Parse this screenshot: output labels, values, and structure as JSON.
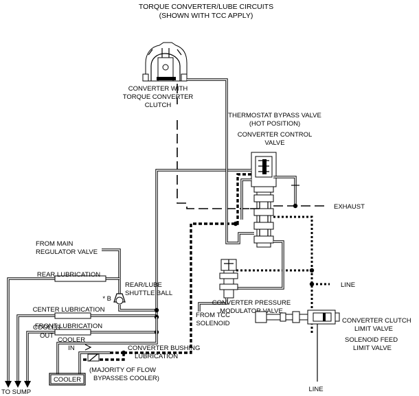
{
  "title": {
    "line1": "TORQUE CONVERTER/LUBE CIRCUITS",
    "line2": "(SHOWN WITH TCC APPLY)"
  },
  "labels": {
    "converter": [
      "CONVERTER WITH",
      "TORQUE CONVERTER",
      "CLUTCH"
    ],
    "thermostat": [
      "THERMOSTAT BYPASS VALVE",
      "(HOT POSITION)"
    ],
    "converter_control": [
      "CONVERTER CONTROL",
      "VALVE"
    ],
    "exhaust": "EXHAUST",
    "from_main": [
      "FROM MAIN",
      "REGULATOR VALVE"
    ],
    "rear_lubrication": "REAR  LUBRICATION",
    "shuttle_ball": [
      "REAR/LUBE",
      "SHUTTLE BALL"
    ],
    "ball_marker": "* B",
    "line_right": "LINE",
    "center_lubrication": "CENTER LUBRICATION",
    "front_lubrication": "FRONT LUBRICATION",
    "pressure_modulator": [
      "CONVERTER PRESSURE",
      "MODULATOR VALVE"
    ],
    "from_tcc": [
      "FROM TCC",
      "SOLENOID"
    ],
    "clutch_limit": [
      "CONVERTER CLUTCH",
      "LIMIT VALVE"
    ],
    "solenoid_feed": [
      "SOLENOID FEED",
      "LIMIT VALVE"
    ],
    "bushing": [
      "CONVERTER BUSHING",
      "LUBRICATION"
    ],
    "bypass": [
      "(MAJORITY OF FLOW",
      "BYPASSES COOLER)"
    ],
    "cooler_out": [
      "COOLER",
      "OUT"
    ],
    "cooler_in": [
      "COOLER",
      "IN"
    ],
    "cooler": "COOLER",
    "to_sump": "TO SUMP",
    "line_bottom": "LINE"
  }
}
